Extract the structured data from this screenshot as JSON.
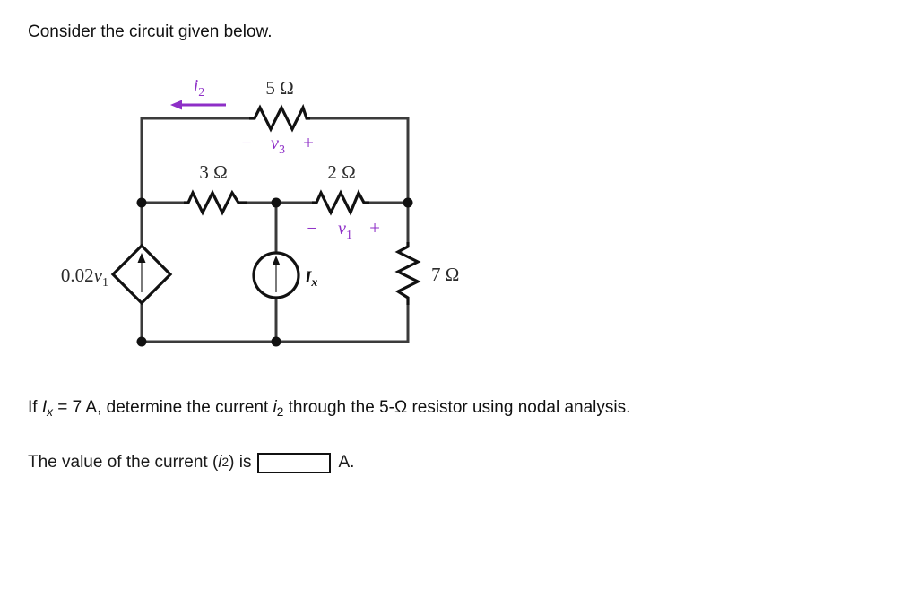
{
  "intro": {
    "text": "Consider the circuit given below."
  },
  "circuit": {
    "title": "dependent-source-circuit",
    "wire_color": "#3b3b3b",
    "label_color": "#2b2b2b",
    "annotation_color": "#8e2fc7",
    "components": {
      "r5": {
        "name": "5-ohm-resistor",
        "label": "5 Ω"
      },
      "r3": {
        "name": "3-ohm-resistor",
        "label": "3 Ω"
      },
      "r2": {
        "name": "2-ohm-resistor",
        "label": "2 Ω"
      },
      "r7": {
        "name": "7-ohm-resistor",
        "label": "7 Ω"
      },
      "dependent_source": {
        "name": "dependent-current-source",
        "label_value": "0.02",
        "label_var": "v",
        "label_sub": "1"
      },
      "independent_source": {
        "name": "independent-current-source",
        "label_var": "I",
        "label_sub": "x"
      }
    },
    "annotations": {
      "i2": {
        "var": "i",
        "sub": "2"
      },
      "v3_minus": "−",
      "v3_var": "v",
      "v3_sub": "3",
      "v3_plus": "+",
      "v1_minus": "−",
      "v1_var": "v",
      "v1_sub": "1",
      "v1_plus": "+"
    }
  },
  "question": {
    "prefix": "If ",
    "current_var": "I",
    "current_sub": "x",
    "condition": " = 7 A, determine the current ",
    "target_var": "i",
    "target_sub": "2",
    "suffix": " through the 5-Ω resistor using nodal analysis."
  },
  "answer": {
    "prefix": "The value of the current (",
    "var": "i",
    "sub": "2",
    "middle": ") is",
    "input_value": "",
    "input_placeholder": "",
    "unit": "A."
  }
}
